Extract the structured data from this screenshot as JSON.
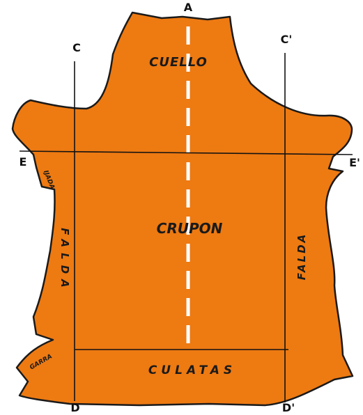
{
  "colors": {
    "hide_fill": "#EE7A12",
    "outline": "#1a1a1a",
    "guide_line": "#111111",
    "center_dash": "#ffffff"
  },
  "points": {
    "a": "A",
    "c": "C",
    "c_prime": "C'",
    "d": "D",
    "d_prime": "D'",
    "e": "E",
    "e_prime": "E'"
  },
  "regions": {
    "cuello": "CUELLO",
    "crupon": "CRUPON",
    "culatas": "CULATAS",
    "falda_left": "FALDA",
    "falda_right": "FALDA",
    "ijada": "IJADA",
    "garra": "GARRA"
  }
}
